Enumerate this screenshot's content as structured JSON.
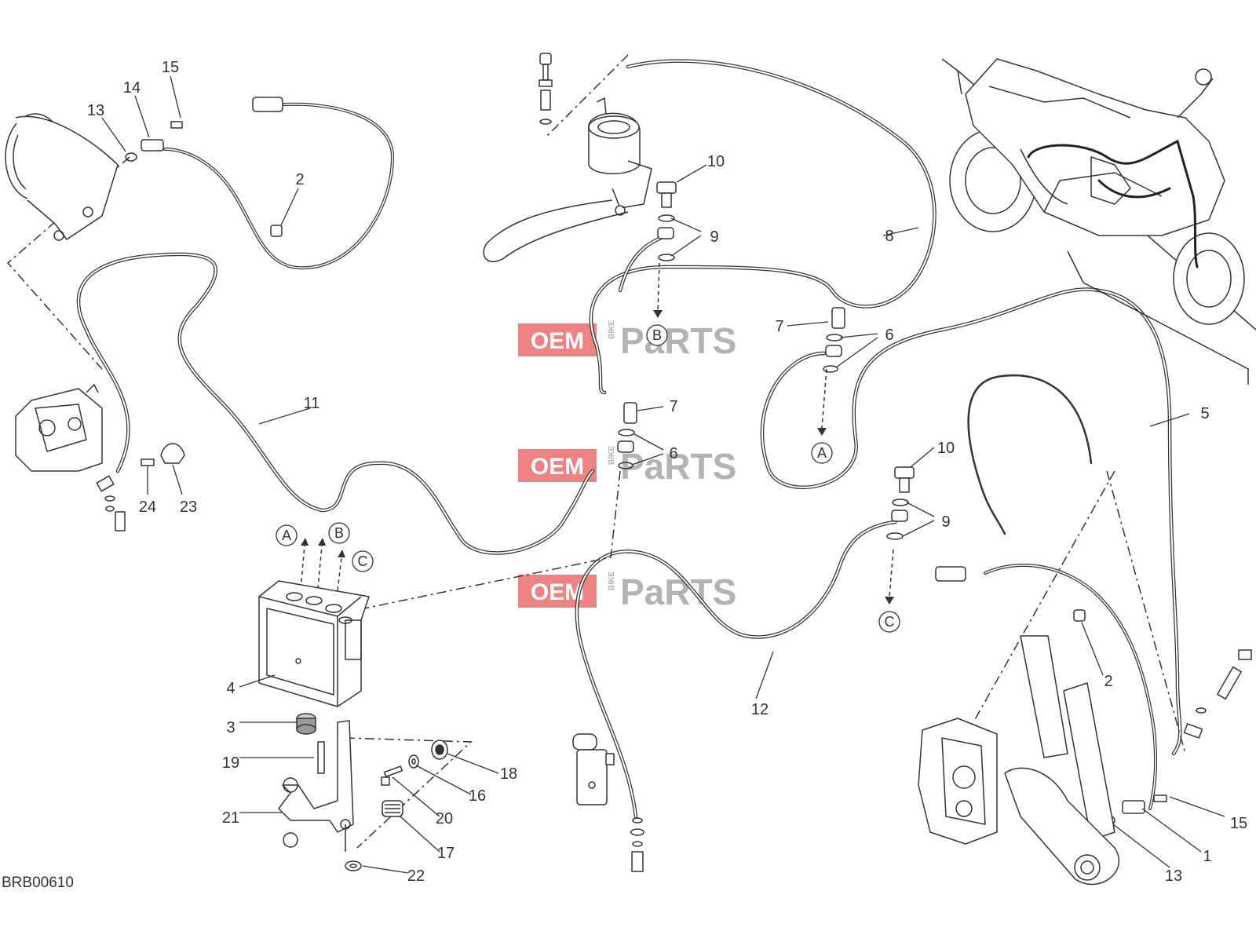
{
  "diagram": {
    "code": "BRB00610",
    "part_numbers": [
      "1",
      "2",
      "2",
      "3",
      "4",
      "5",
      "6",
      "6",
      "7",
      "7",
      "8",
      "9",
      "9",
      "10",
      "10",
      "11",
      "12",
      "13",
      "13",
      "14",
      "15",
      "15",
      "16",
      "17",
      "18",
      "19",
      "20",
      "21",
      "22",
      "23",
      "24"
    ],
    "connection_refs": [
      "A",
      "B",
      "C",
      "A",
      "B",
      "C"
    ]
  },
  "watermark": {
    "brand_left": "OEM",
    "brand_right": "PaRTS",
    "brand_small": "BIKE"
  },
  "colors": {
    "line": "#333333",
    "watermark_red": "#e85a5a",
    "watermark_grey": "#9a9a9a"
  }
}
